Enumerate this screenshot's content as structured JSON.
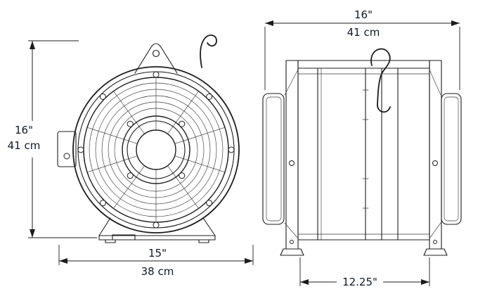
{
  "drawing": {
    "type": "dimensional-diagram",
    "subject": "drum fan front and side views",
    "colors": {
      "ink": "#1c1c1c",
      "text": "#101828",
      "background": "#ffffff"
    },
    "front_view": {
      "height_in": "16\"",
      "height_cm": "41 cm",
      "width_in": "15\"",
      "width_cm": "38 cm"
    },
    "side_view": {
      "length_in": "16\"",
      "length_cm": "41 cm",
      "depth_in": "12.25\""
    }
  }
}
